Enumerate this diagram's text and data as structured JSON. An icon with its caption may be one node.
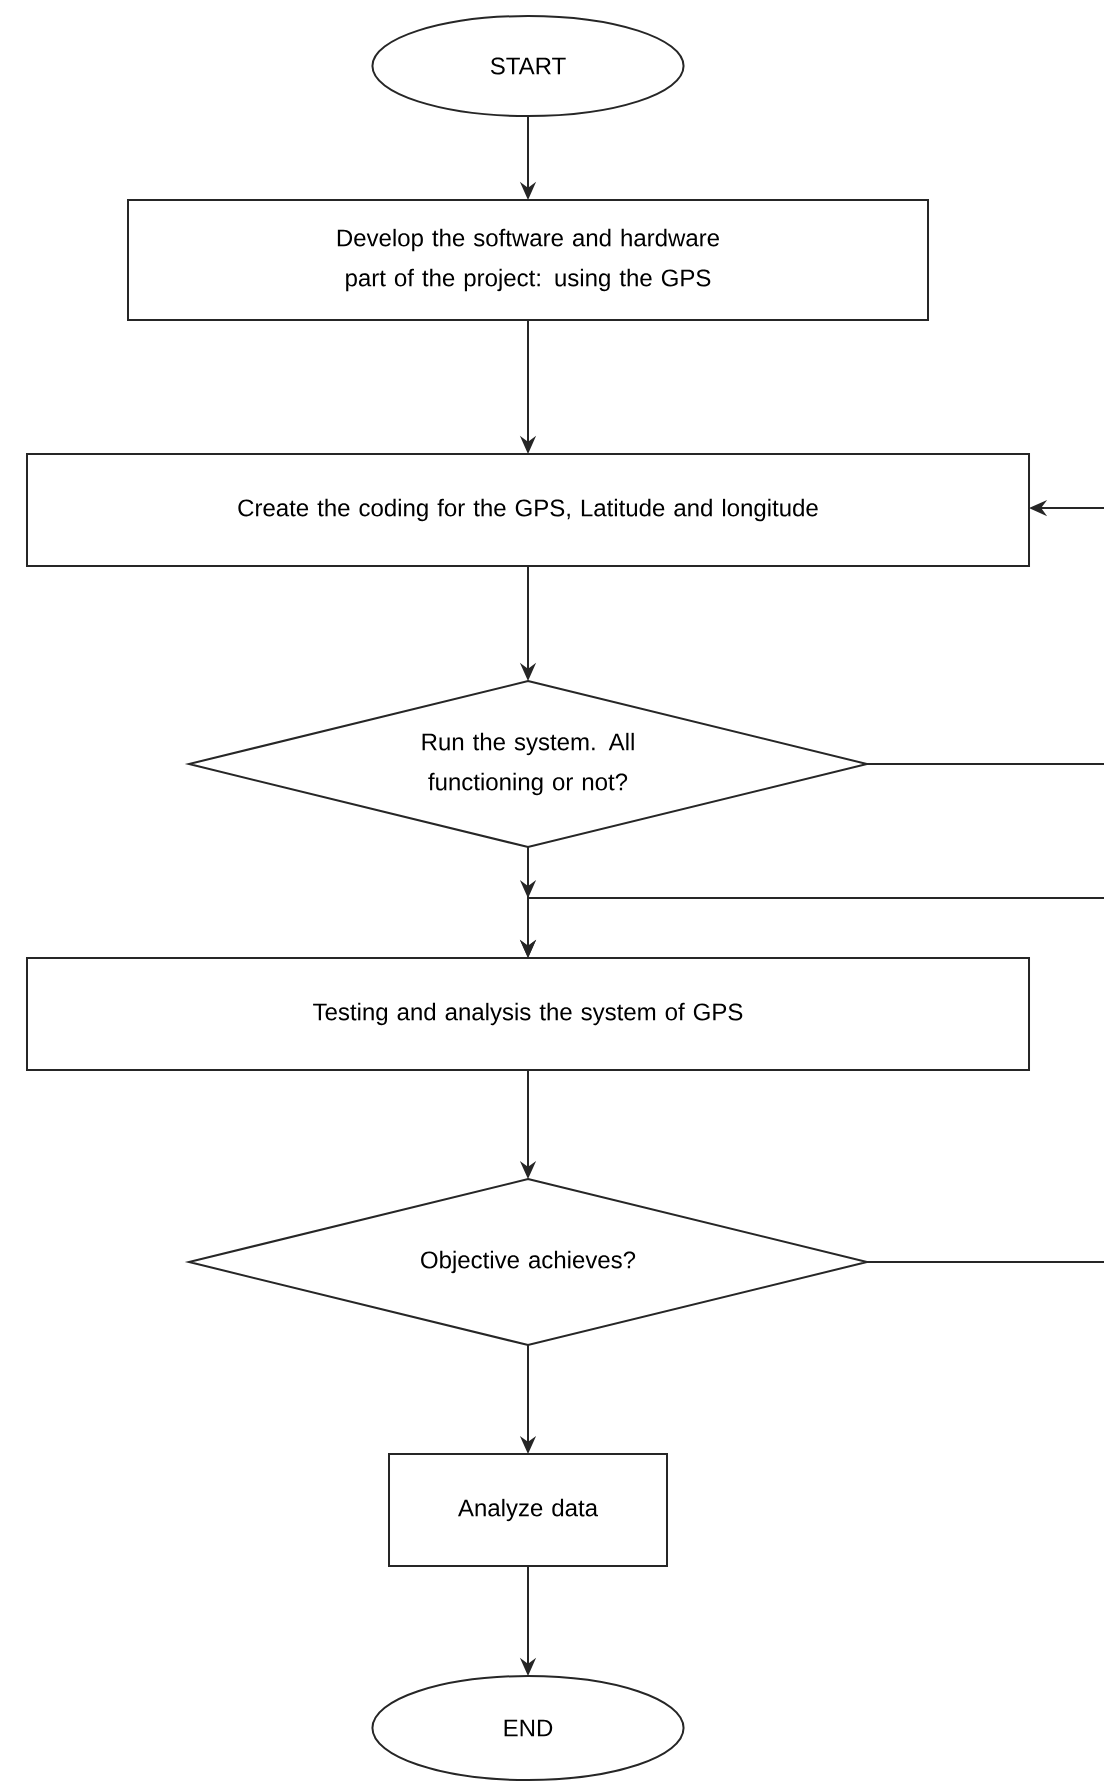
{
  "diagram": {
    "nodes": [
      {
        "text": [
          "START"
        ]
      },
      {
        "text": [
          "Develop the software and hardware part of the project: using the GPS"
        ]
      },
      {
        "text": [
          "Create the coding for the GPS, Latitude and longitude"
        ]
      },
      {
        "text": [
          "Run the system. All functioning or not?"
        ]
      },
      {
        "text": [
          "Testing and analysis the system of GPS"
        ]
      },
      {
        "text": [
          "Objective achieves?"
        ]
      },
      {
        "text": [
          "Analyze data"
        ]
      },
      {
        "text": [
          "END"
        ]
      }
    ],
    "edges": [
      {
        "from": 0,
        "to": 1,
        "arrow": "to"
      },
      {
        "from": 1,
        "to": 2,
        "arrow": "to"
      },
      {
        "from": 2,
        "to": 3,
        "arrow": "to"
      },
      {
        "from": 3,
        "to": 4,
        "arrow": "to"
      },
      {
        "from": 4,
        "to": 5,
        "arrow": "to"
      },
      {
        "from": 5,
        "to": 6,
        "arrow": "to"
      },
      {
        "from": 6,
        "to": 7,
        "arrow": "to"
      },
      {
        "from": 3,
        "to": null,
        "arrow": "none"
      },
      {
        "from": null,
        "to": 2,
        "arrow": "to"
      },
      {
        "from": null,
        "to": 4,
        "arrow": "to"
      },
      {
        "from": 5,
        "to": null,
        "arrow": "none"
      }
    ]
  }
}
